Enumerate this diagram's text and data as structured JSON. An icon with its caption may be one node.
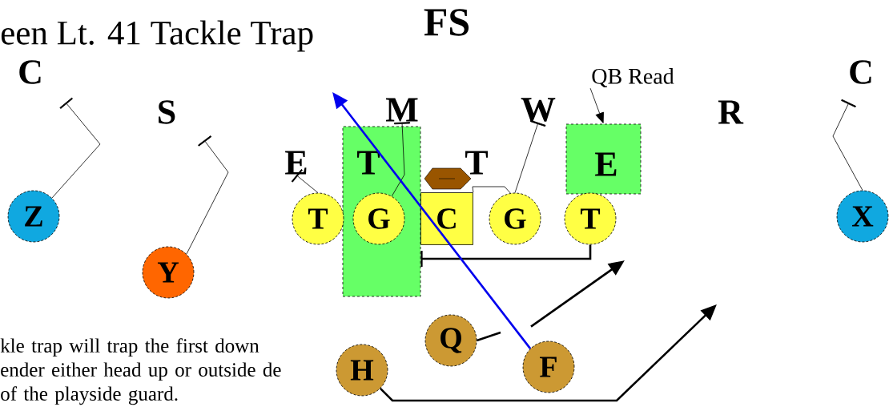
{
  "diagram": {
    "title": "een Lt. 41 Tackle Trap",
    "nodes": [
      {
        "text": [
          "FS"
        ]
      },
      {
        "text": [
          "C"
        ]
      },
      {
        "text": [
          "S"
        ]
      },
      {
        "text": [
          "M"
        ]
      },
      {
        "text": [
          "W"
        ]
      },
      {
        "text": [
          "QB Read"
        ]
      },
      {
        "text": [
          "R"
        ]
      },
      {
        "text": [
          "C"
        ]
      },
      {
        "text": [
          "E"
        ]
      },
      {
        "text": [
          "T"
        ]
      },
      {
        "text": [
          "T"
        ]
      },
      {
        "text": [
          "E"
        ]
      },
      {
        "text": [
          "Z"
        ]
      },
      {
        "text": [
          "T"
        ]
      },
      {
        "text": [
          "G"
        ],
        "in": 9
      },
      {
        "text": [
          "C"
        ]
      },
      {
        "text": [
          "G"
        ]
      },
      {
        "text": [
          "T"
        ]
      },
      {
        "text": [
          "X"
        ]
      },
      {
        "text": [
          "Y"
        ]
      },
      {
        "text": [
          "Q"
        ]
      },
      {
        "text": [
          "F"
        ]
      },
      {
        "text": [
          "H"
        ]
      }
    ],
    "edges": [
      {
        "from": 12,
        "to": 1,
        "arrow": "other"
      },
      {
        "from": 19,
        "to": 2,
        "arrow": "other"
      },
      {
        "from": 13,
        "to": 8,
        "arrow": "other"
      },
      {
        "from": 14,
        "to": 3,
        "arrow": "other"
      },
      {
        "from": 15,
        "to": 16,
        "arrow": "none"
      },
      {
        "from": 16,
        "to": 4,
        "arrow": "other"
      },
      {
        "from": 17,
        "to": 9,
        "arrow": "other",
        "style": "thick"
      },
      {
        "from": 20,
        "to": null,
        "arrow": "none",
        "style": "thick"
      },
      {
        "from": 21,
        "to": null,
        "arrow": "to",
        "style": "thick",
        "color": "#0000ee"
      },
      {
        "from": 21,
        "to": null,
        "arrow": "to",
        "style": "thick"
      },
      {
        "from": 22,
        "to": null,
        "arrow": "to",
        "style": "thick"
      },
      {
        "from": 18,
        "to": 7,
        "arrow": "other"
      },
      {
        "from": 5,
        "to": 11,
        "arrow": "to"
      }
    ],
    "labels": [
      "kle trap will trap the first down ender either head up or outside de of the playside guard."
    ]
  }
}
